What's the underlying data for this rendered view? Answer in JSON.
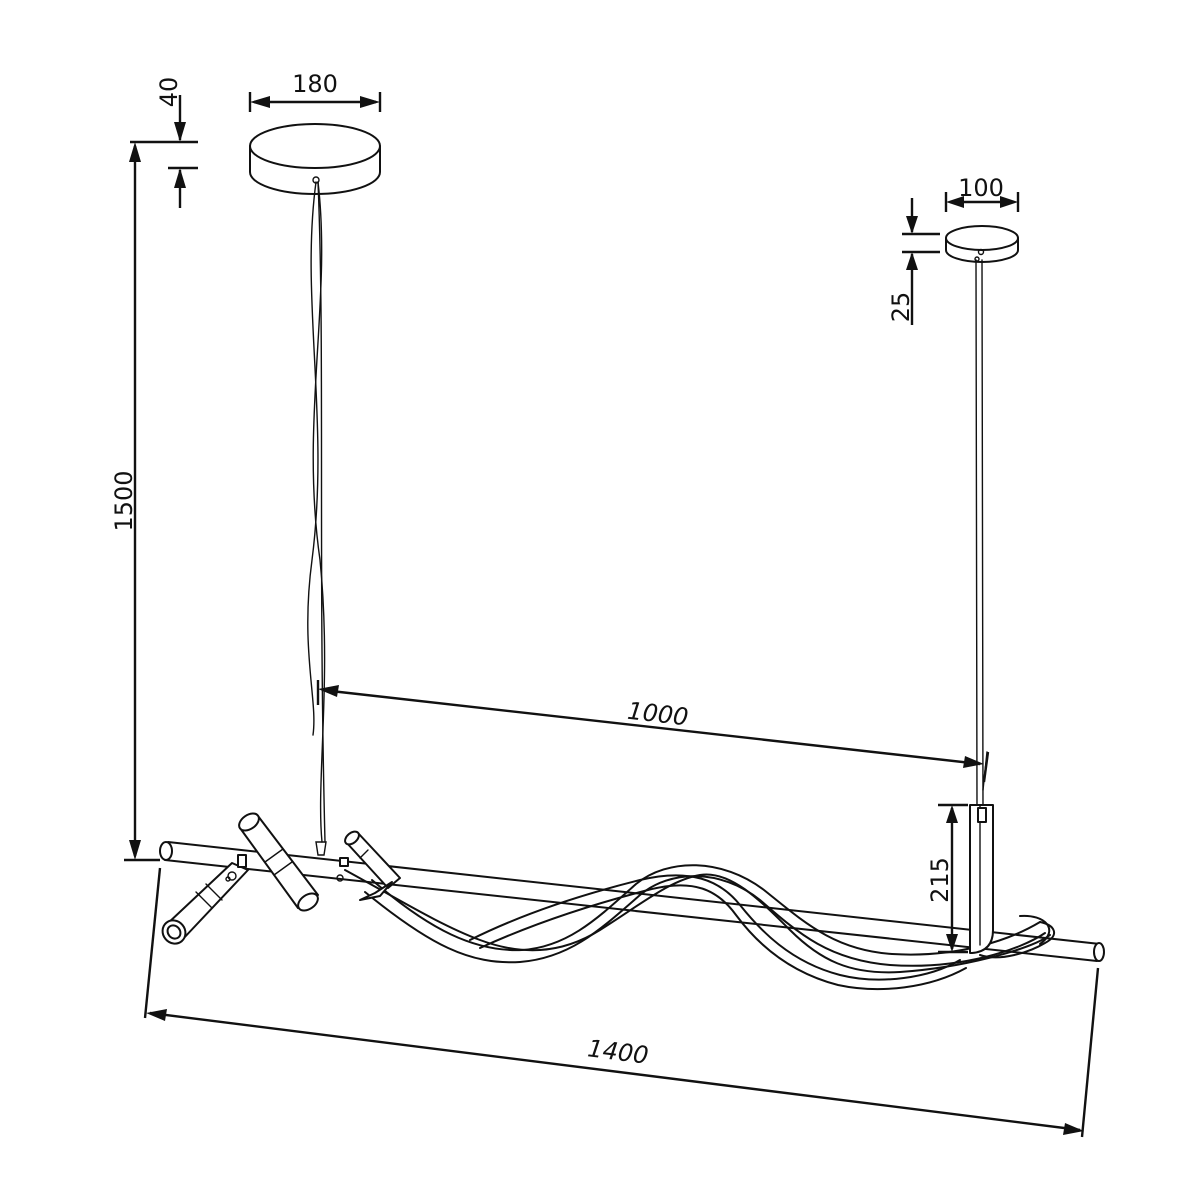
{
  "dimensions": {
    "canopy_large_width": "180",
    "canopy_large_height": "40",
    "canopy_small_width": "100",
    "canopy_small_height": "25",
    "suspension_height": "1500",
    "hanging_distance": "1000",
    "bracket_height": "215",
    "total_length": "1400"
  },
  "colors": {
    "line": "#111111",
    "background": "#ffffff"
  }
}
